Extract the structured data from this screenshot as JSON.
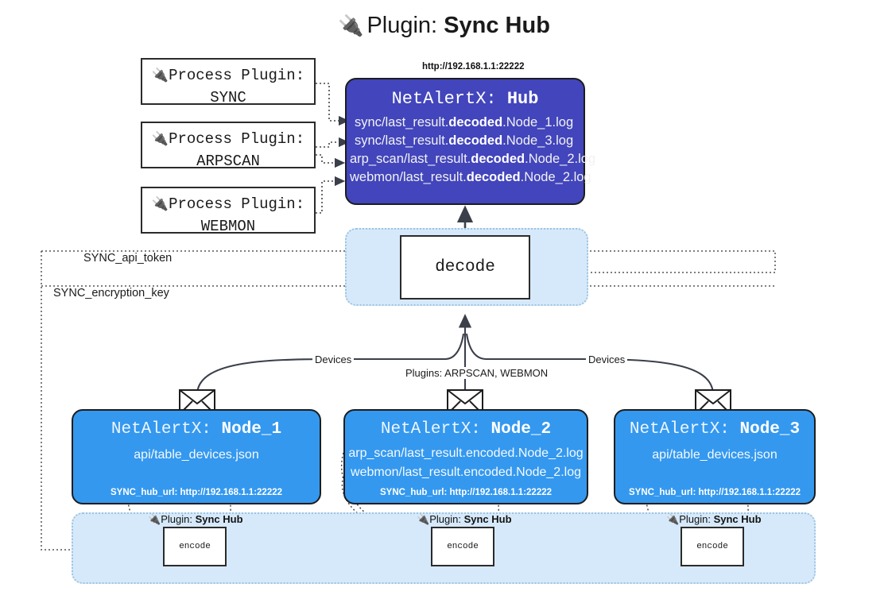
{
  "header": {
    "plug_icon": "plug-icon",
    "prefix": "Plugin: ",
    "title": "Sync Hub"
  },
  "process_plugins": [
    {
      "line1": "Process Plugin:",
      "line2": "SYNC"
    },
    {
      "line1": "Process Plugin:",
      "line2": "ARPSCAN"
    },
    {
      "line1": "Process Plugin:",
      "line2": "WEBMON"
    }
  ],
  "hub": {
    "url": "http://192.168.1.1:22222",
    "title_prefix": "NetAlertX: ",
    "title_name": "Hub",
    "logs": [
      {
        "pre": "sync/last_result.",
        "mid": "decoded",
        "post": ".Node_1.log"
      },
      {
        "pre": "sync/last_result.",
        "mid": "decoded",
        "post": ".Node_3.log"
      },
      {
        "pre": "arp_scan/last_result.",
        "mid": "decoded",
        "post": ".Node_2.log"
      },
      {
        "pre": "webmon/last_result.",
        "mid": "decoded",
        "post": ".Node_2.log"
      }
    ]
  },
  "decode": {
    "label": "decode"
  },
  "settings": {
    "api_token": "SYNC_api_token",
    "encryption_key": "SYNC_encryption_key"
  },
  "edge_labels": {
    "devices_left": "Devices",
    "devices_right": "Devices",
    "plugins_center": "Plugins: ARPSCAN, WEBMON"
  },
  "nodes": [
    {
      "title_prefix": "NetAlertX: ",
      "title_name": "Node_1",
      "lines": [
        "api/table_devices.json"
      ],
      "footer": "SYNC_hub_url: http://192.168.1.1:22222",
      "envelope": "envelope-icon"
    },
    {
      "title_prefix": "NetAlertX: ",
      "title_name": "Node_2",
      "lines": [
        "arp_scan/last_result.encoded.Node_2.log",
        "webmon/last_result.encoded.Node_2.log"
      ],
      "footer": "SYNC_hub_url: http://192.168.1.1:22222",
      "envelope": "envelope-icon"
    },
    {
      "title_prefix": "NetAlertX: ",
      "title_name": "Node_3",
      "lines": [
        "api/table_devices.json"
      ],
      "footer": "SYNC_hub_url: http://192.168.1.1:22222",
      "envelope": "envelope-icon"
    }
  ],
  "encoders": [
    {
      "tag_prefix": "Plugin: ",
      "tag_name": "Sync Hub",
      "label": "encode"
    },
    {
      "tag_prefix": "Plugin: ",
      "tag_name": "Sync Hub",
      "label": "encode"
    },
    {
      "tag_prefix": "Plugin: ",
      "tag_name": "Sync Hub",
      "label": "encode"
    }
  ],
  "colors": {
    "hub": "#4245bb",
    "node": "#3498ef",
    "group": "#d6e9fa",
    "group_border": "#9ec4e0",
    "stroke": "#1d1d1d"
  }
}
